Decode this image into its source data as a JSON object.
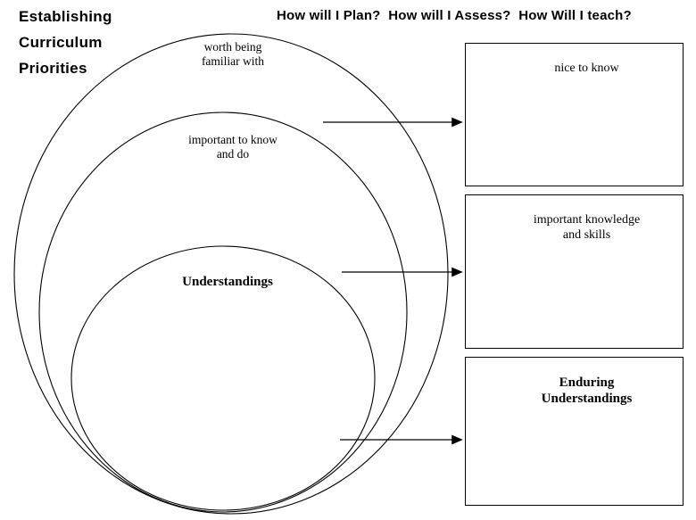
{
  "header": {
    "title": "Establishing\nCurriculum\nPriorities",
    "questions": "How will I Plan?  How will I Assess?  How Will I teach?"
  },
  "venn": {
    "outer_label": "worth being\nfamiliar with",
    "middle_label": "important to know\nand do",
    "inner_label": "Understandings"
  },
  "boxes": [
    {
      "id": "nice-to-know",
      "label": "nice to know"
    },
    {
      "id": "important-knowledge-skills",
      "label": "important knowledge\nand skills"
    },
    {
      "id": "enduring-understandings",
      "label": "Enduring\nUnderstandings"
    }
  ],
  "colors": {
    "ink": "#000000",
    "paper": "#ffffff"
  }
}
